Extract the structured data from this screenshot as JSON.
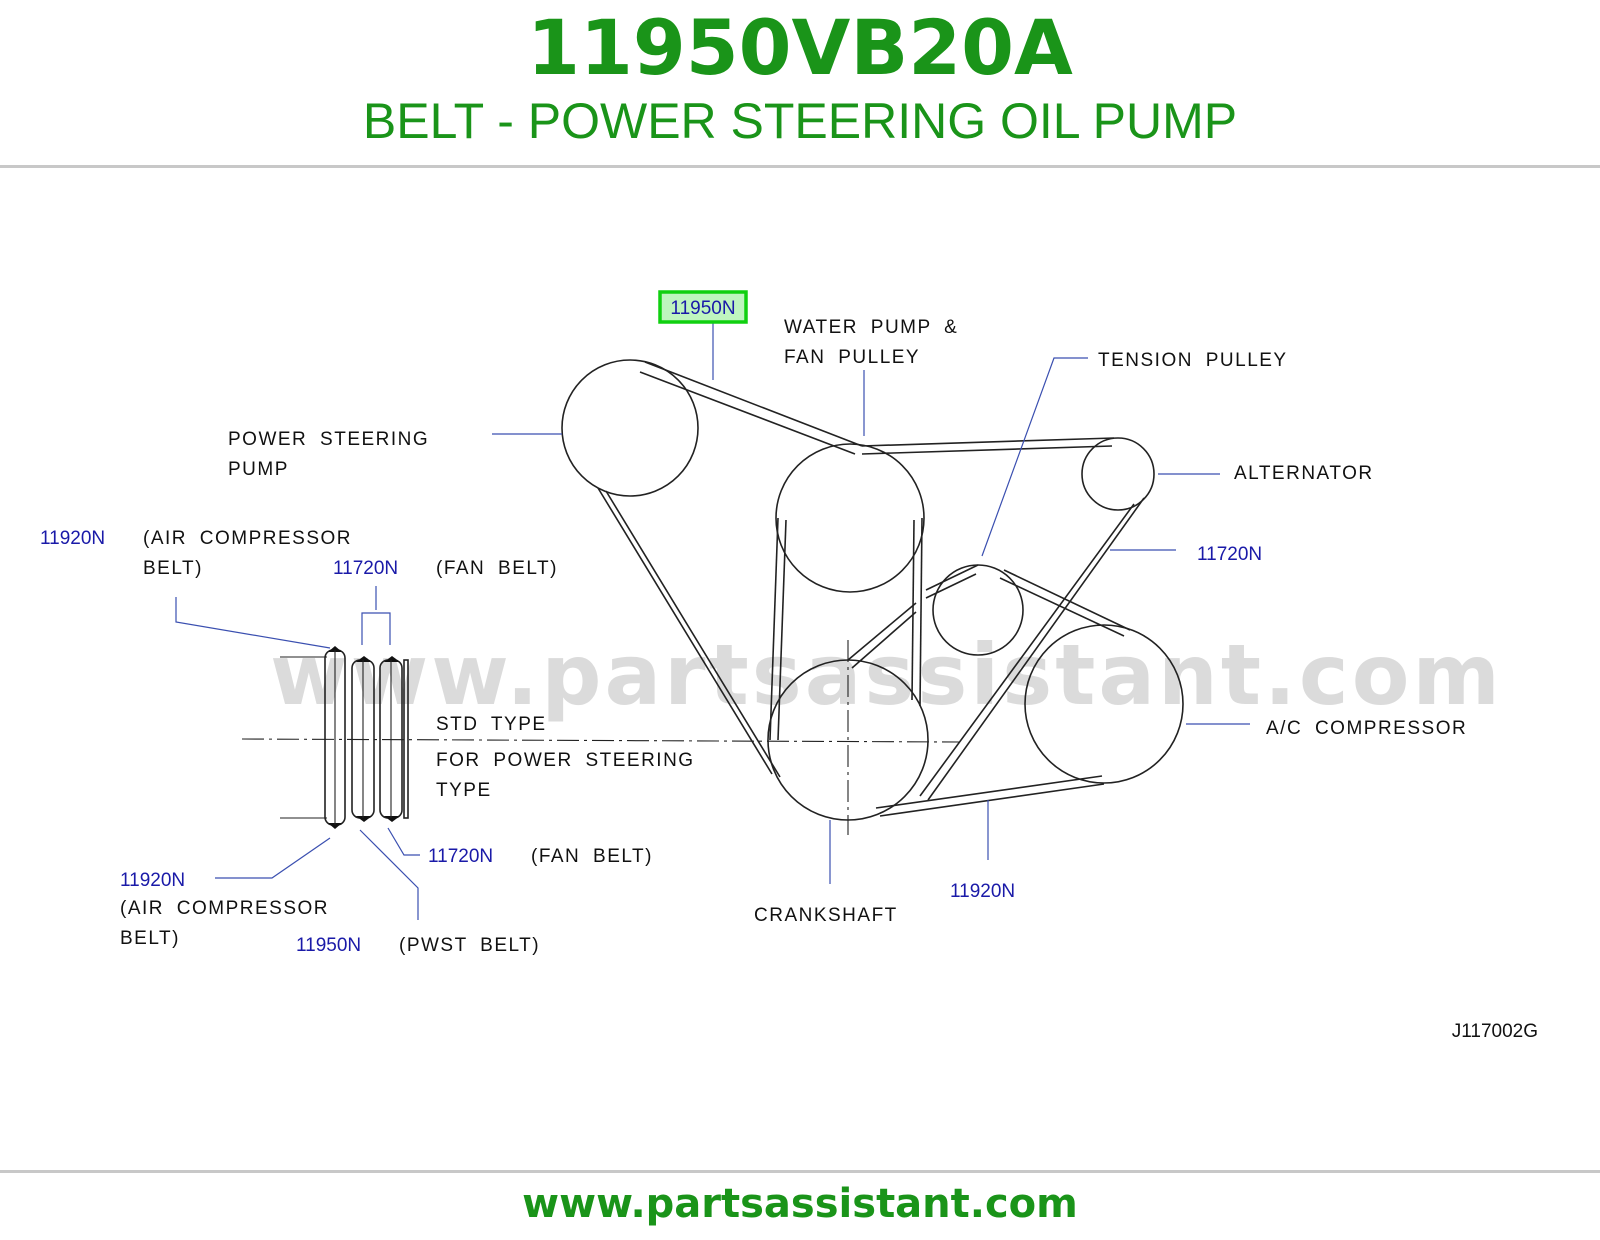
{
  "header": {
    "part_number": "11950VB20A",
    "part_title": "BELT - POWER STEERING OIL PUMP"
  },
  "diagram": {
    "highlighted_code": "11950N",
    "labels": {
      "water_pump_l1": "WATER PUMP &",
      "water_pump_l2": "FAN PULLEY",
      "tension_pulley": "TENSION PULLEY",
      "power_steering_l1": "POWER STEERING",
      "power_steering_l2": "PUMP",
      "alternator": "ALTERNATOR",
      "air_comp_belt_top_l1": "(AIR COMPRESSOR",
      "air_comp_belt_top_l2": "BELT)",
      "fan_belt_top": "(FAN BELT)",
      "std_type": "STD TYPE",
      "for_ps_l1": "FOR POWER STEERING",
      "for_ps_l2": "TYPE",
      "ac_compressor": "A/C COMPRESSOR",
      "fan_belt_bottom": "(FAN BELT)",
      "air_comp_belt_bottom_l1": "(AIR COMPRESSOR",
      "air_comp_belt_bottom_l2": "BELT)",
      "pwst_belt": "(PWST BELT)",
      "crankshaft": "CRANKSHAFT",
      "figure_id": "J117002G"
    },
    "codes": {
      "air_comp_top": "11920N",
      "fan_top": "11720N",
      "alternator_side": "11720N",
      "fan_bottom": "11720N",
      "air_comp_bottom": "11920N",
      "pwst_bottom": "11950N",
      "crank_right": "11920N"
    },
    "watermark": "www.partsassistant.com"
  },
  "footer": {
    "url": "www.partsassistant.com"
  },
  "colors": {
    "brand_green": "#1a9419",
    "code_blue": "#1a1aa8",
    "highlight_border": "#10d010",
    "highlight_fill": "#bff5bf"
  }
}
